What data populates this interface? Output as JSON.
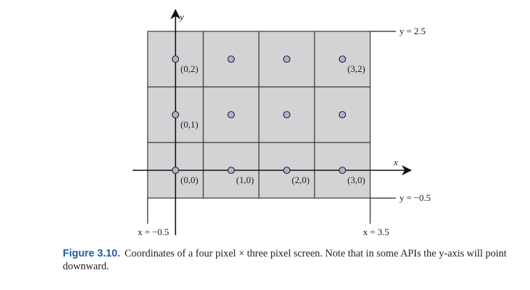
{
  "diagram": {
    "grid": {
      "cols": 4,
      "rows": 3,
      "cell_fill": "#d2d3d5",
      "line_color": "#3a3a3a"
    },
    "pixels": [
      {
        "col": 0,
        "row": 0,
        "label": "(0,0)"
      },
      {
        "col": 1,
        "row": 0,
        "label": "(1,0)"
      },
      {
        "col": 2,
        "row": 0,
        "label": "(2,0)"
      },
      {
        "col": 3,
        "row": 0,
        "label": "(3,0)"
      },
      {
        "col": 0,
        "row": 1,
        "label": "(0,1)"
      },
      {
        "col": 1,
        "row": 1,
        "label": ""
      },
      {
        "col": 2,
        "row": 1,
        "label": ""
      },
      {
        "col": 3,
        "row": 1,
        "label": ""
      },
      {
        "col": 0,
        "row": 2,
        "label": "(0,2)"
      },
      {
        "col": 1,
        "row": 2,
        "label": ""
      },
      {
        "col": 2,
        "row": 2,
        "label": ""
      },
      {
        "col": 3,
        "row": 2,
        "label": "(3,2)"
      }
    ],
    "point_fill": "#b3b0d6",
    "axes": {
      "x_name": "x",
      "y_name": "y"
    },
    "bounds": {
      "y_top": "y = 2.5",
      "y_bottom": "y = −0.5",
      "x_left": "x = −0.5",
      "x_right": "x = 3.5"
    }
  },
  "caption": {
    "figure_label": "Figure 3.10.",
    "text": "Coordinates of a four pixel × three pixel screen. Note that in some APIs the y-axis will point downward."
  }
}
